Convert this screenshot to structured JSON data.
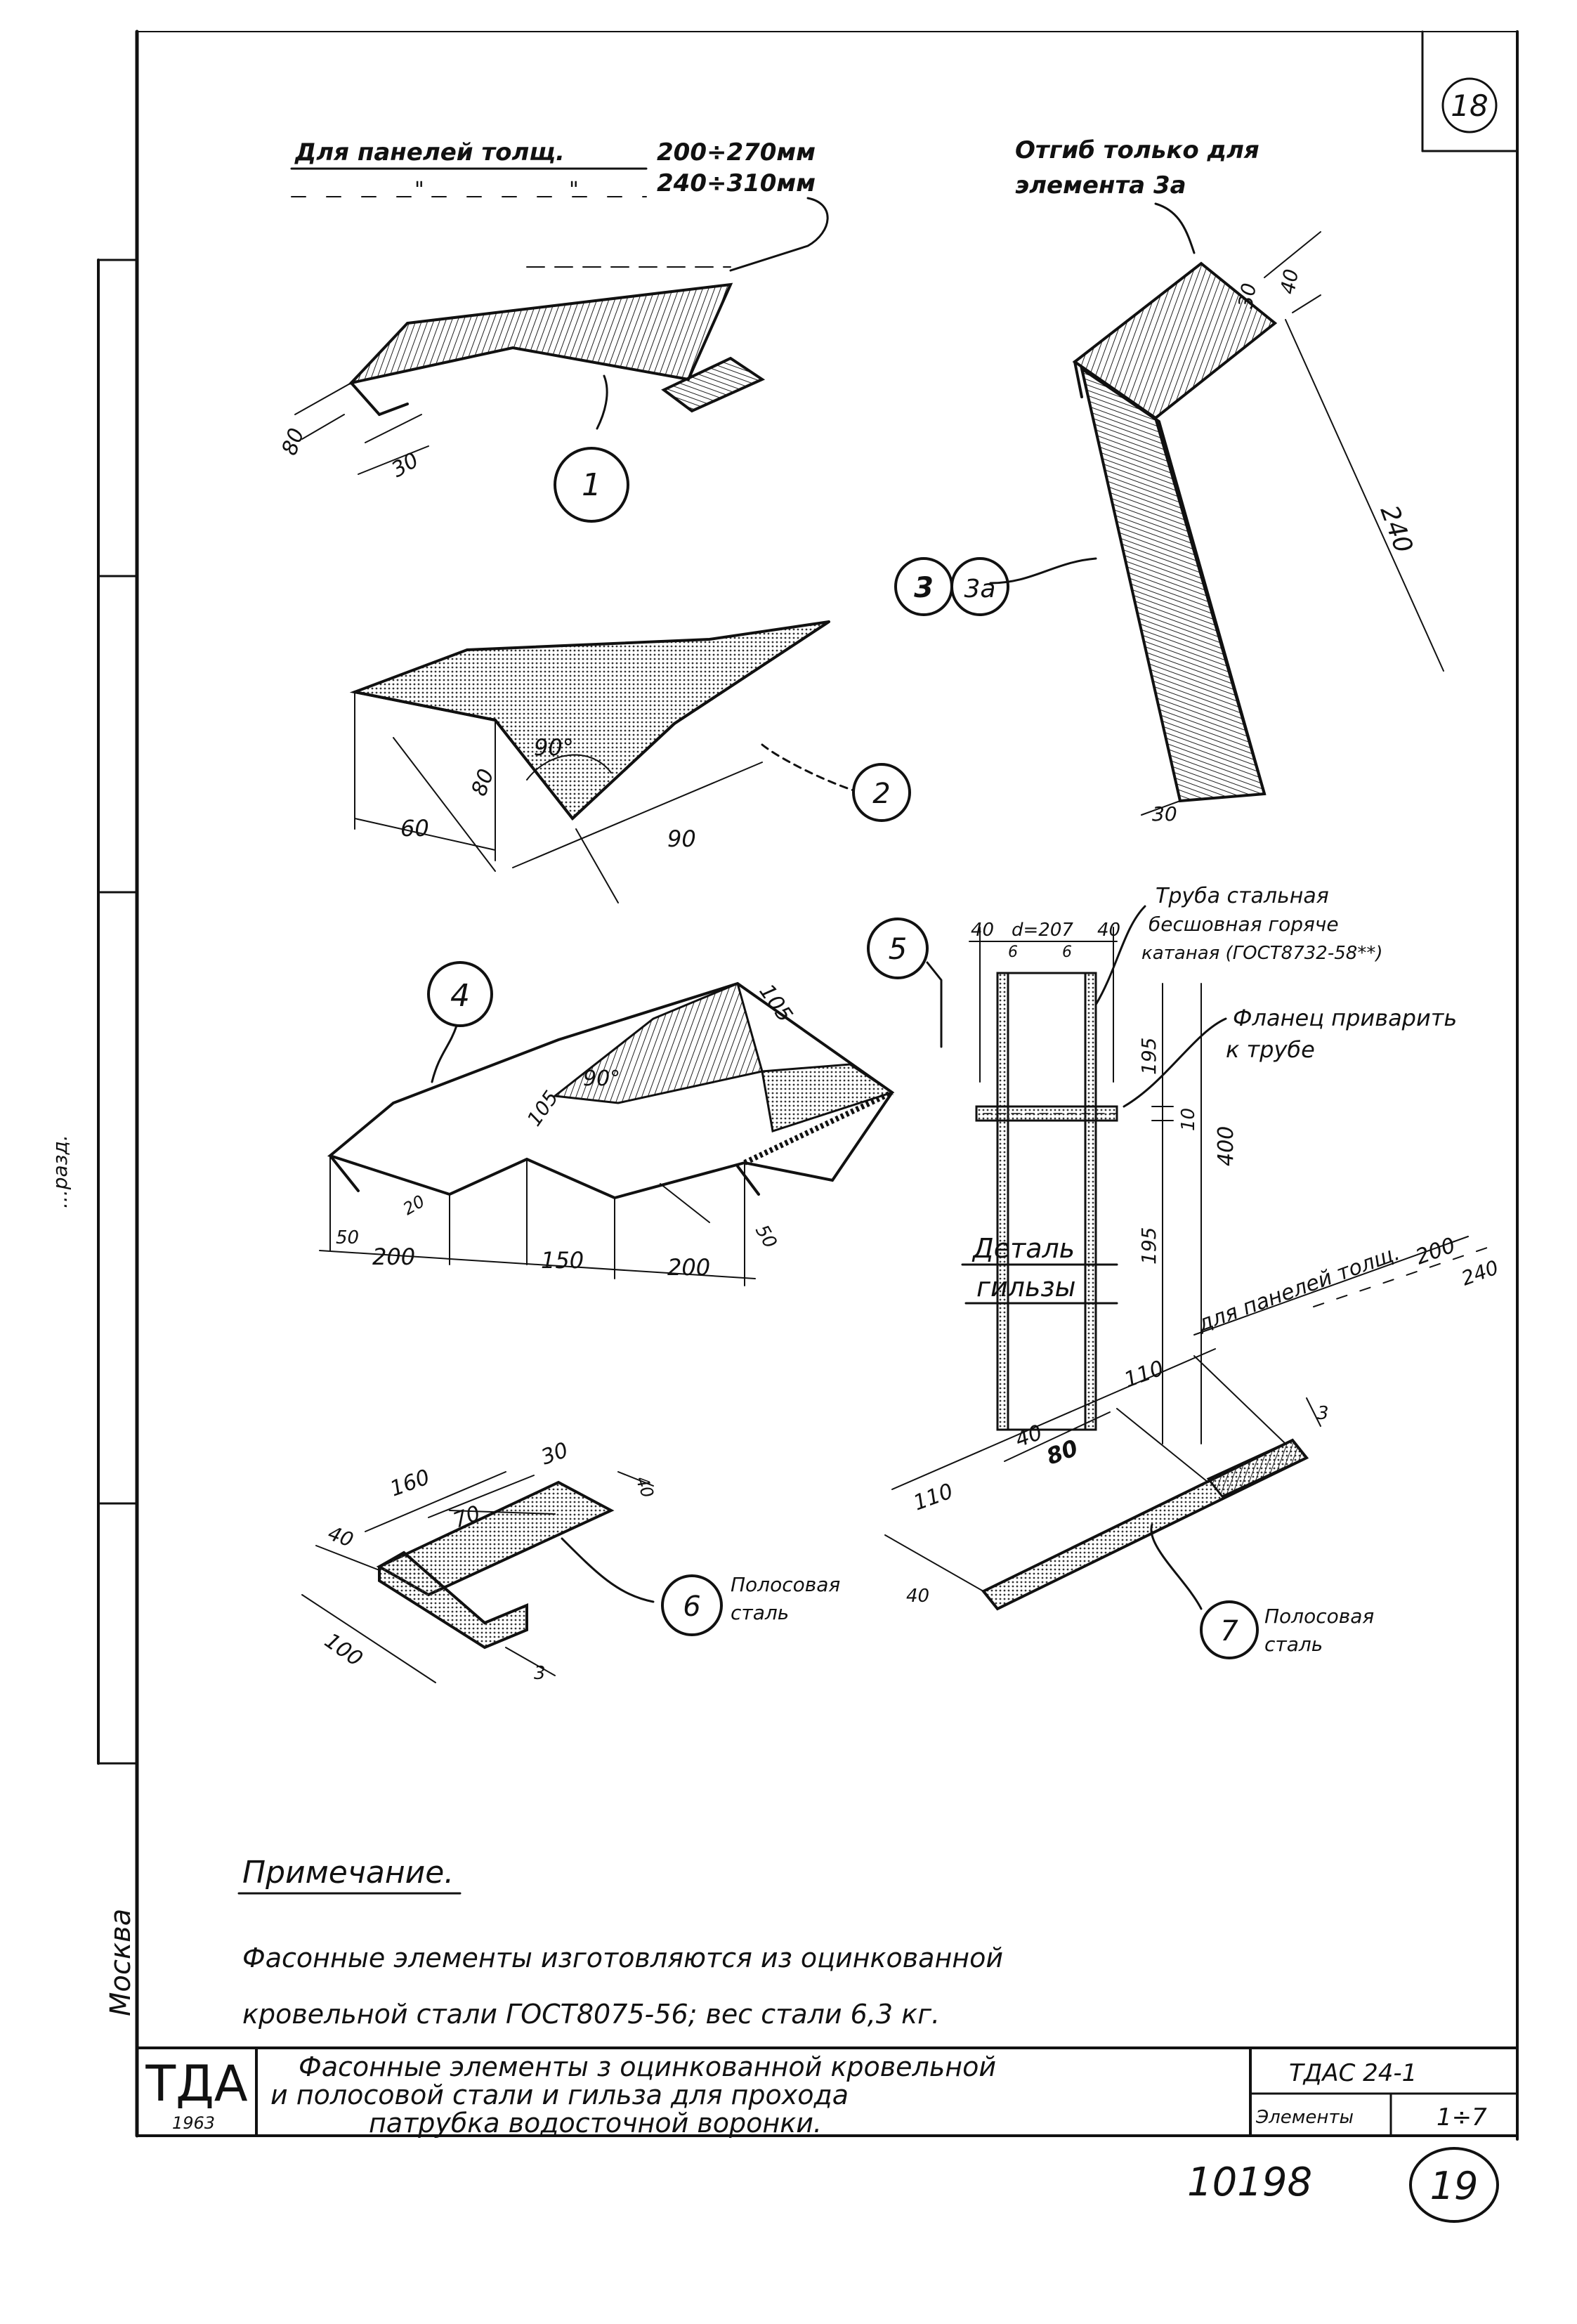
{
  "sheet": {
    "number_top": "18",
    "page_number": "19",
    "archive_number": "10198",
    "margin_city": "Москва",
    "margin_stamp": "...разд."
  },
  "element1": {
    "note_line1": "Для панелей толщ.",
    "note_line1_value": "200÷270мм",
    "note_line2_value": "240÷310мм",
    "ditto": "\"",
    "dims": [
      "80",
      "30"
    ],
    "callout": "1"
  },
  "element2": {
    "dims": [
      "60",
      "80",
      "90"
    ],
    "angle": "90°",
    "callout": "2"
  },
  "element3": {
    "note_line1": "Отгиб только для",
    "note_line2": "элемента 3а",
    "dims": [
      "30",
      "40",
      "240",
      "30"
    ],
    "callout_a": "3",
    "callout_b": "3а"
  },
  "element4": {
    "dims": [
      "105",
      "105",
      "50",
      "20",
      "200",
      "150",
      "200",
      "50"
    ],
    "angle": "90°",
    "callout": "4"
  },
  "element5": {
    "callout": "5",
    "pipe_note_line1": "Труба стальная",
    "pipe_note_line2": "бесшовная горяче",
    "pipe_note_line3": "катаная (ГОСТ8732-58**)",
    "flange_note_line1": "Фланец приварить",
    "flange_note_line2": "к трубе",
    "dims_top": [
      "40",
      "d=207",
      "6",
      "6",
      "40"
    ],
    "dims_side": [
      "195",
      "10",
      "195",
      "400"
    ],
    "title_line1": "Деталь",
    "title_line2": "гильзы"
  },
  "element6": {
    "dims": [
      "40",
      "160",
      "70",
      "30",
      "40",
      "100",
      "3"
    ],
    "callout": "6",
    "label_line1": "Полосовая",
    "label_line2": "сталь"
  },
  "element7": {
    "note_line1": "для панелей толщ.",
    "note_value1": "200",
    "note_value2": "240",
    "dims": [
      "110",
      "40",
      "80",
      "110",
      "3",
      "40"
    ],
    "callout": "7",
    "label_line1": "Полосовая",
    "label_line2": "сталь"
  },
  "note": {
    "heading": "Примечание.",
    "line1": "Фасонные элементы изготовляются из оцинкованной",
    "line2": "кровельной стали ГОСТ8075-56; вес стали 6,3 кг."
  },
  "title_block": {
    "logo": "ТДА",
    "year": "1963",
    "title_line1": "Фасонные элементы з оцинкованной кровельной",
    "title_line2": "и полосовой стали и гильза для прохода",
    "title_line3": "патрубка водосточной воронки.",
    "code": "ТДАС 24-1",
    "elements_label": "Элементы",
    "elements_value": "1÷7"
  }
}
